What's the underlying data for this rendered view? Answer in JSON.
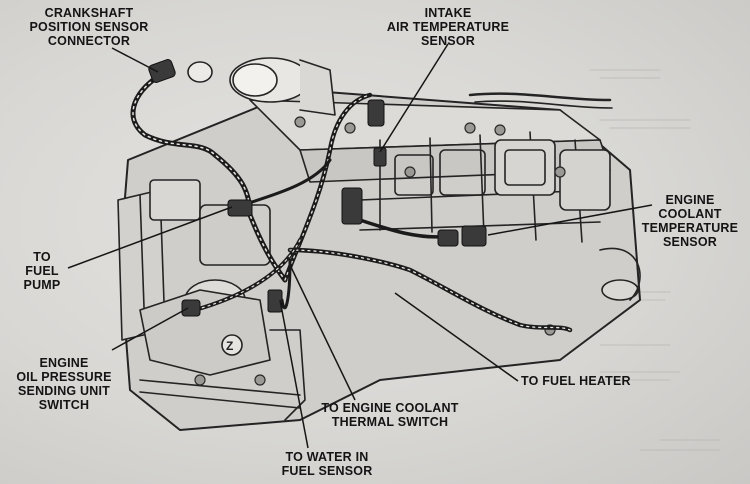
{
  "labels": {
    "crankshaft": "CRANKSHAFT\nPOSITION SENSOR\nCONNECTOR",
    "intake_air": "INTAKE\nAIR TEMPERATURE\nSENSOR",
    "engine_coolant_temp": "ENGINE\nCOOLANT\nTEMPERATURE\nSENSOR",
    "fuel_pump": "TO\nFUEL\nPUMP",
    "oil_pressure": "ENGINE\nOIL PRESSURE\nSENDING UNIT\nSWITCH",
    "fuel_heater": "TO FUEL HEATER",
    "coolant_thermal": "TO ENGINE COOLANT\nTHERMAL SWITCH",
    "water_in_fuel": "TO WATER IN\nFUEL SENSOR"
  },
  "colors": {
    "ink": "#141414",
    "paper": "#d8d7d4",
    "line": "#1e1e1e"
  }
}
